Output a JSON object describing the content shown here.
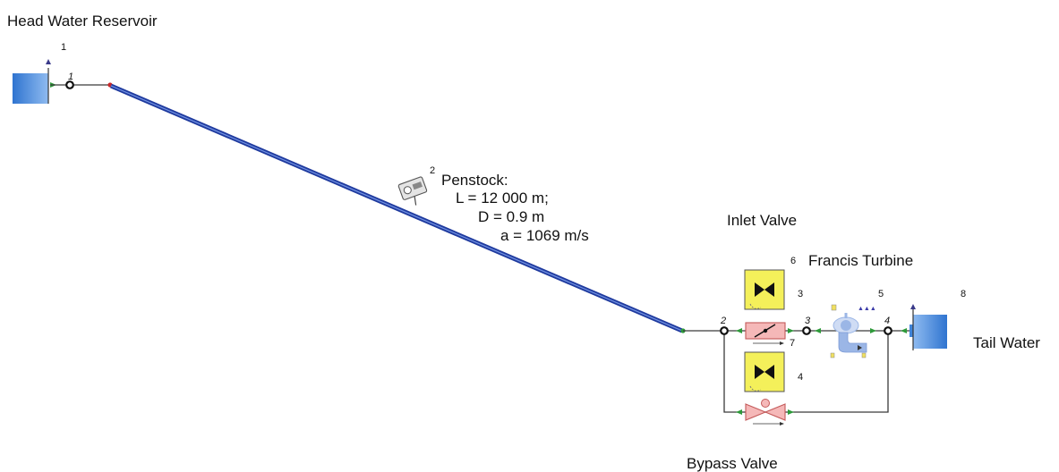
{
  "labels": {
    "head_water": "Head Water Reservoir",
    "tail_water": "Tail Water",
    "inlet_valve": "Inlet Valve",
    "francis_turbine": "Francis Turbine",
    "bypass_valve": "Bypass Valve",
    "penstock_title": "Penstock:",
    "penstock_length": "L = 12 000 m;",
    "penstock_diameter": "D = 0.9 m",
    "penstock_wave_speed": "a = 1069 m/s"
  },
  "element_numbers": {
    "head_reservoir": "1",
    "penstock": "2",
    "inlet_valve_controller": "3",
    "bypass_valve_controller": "4",
    "turbine": "5",
    "turbine_controller": "6",
    "inlet_valve": "7",
    "tail_reservoir": "8"
  },
  "node_numbers": {
    "n1": "1",
    "n2": "2",
    "n3": "3",
    "n4": "4"
  },
  "colors": {
    "penstock": "#1f3a9e",
    "reservoir": "#3f84d8",
    "controller": "#f4f05a",
    "valve": "#f5b8b8",
    "turbine": "#9bb6e6"
  }
}
